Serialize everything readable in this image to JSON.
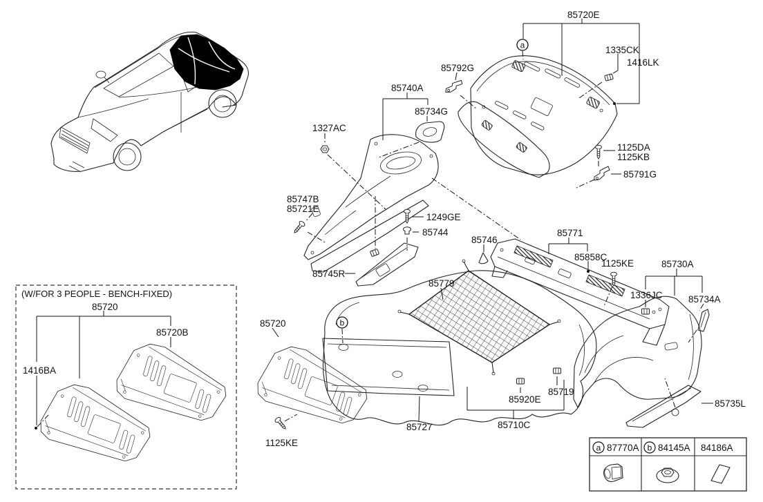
{
  "diagram_type": "parts-catalog-exploded-view",
  "subject": "luggage compartment trim and covering parts with rear sedan illustration",
  "labels": {
    "p85720E": "85720E",
    "p1335CK": "1335CK",
    "p1416LK": "1416LK",
    "p85792G": "85792G",
    "p85740A": "85740A",
    "p85734G": "85734G",
    "p1327AC": "1327AC",
    "p1125DA": "1125DA",
    "p1125KB": "1125KB",
    "p85791G": "85791G",
    "p85747B": "85747B",
    "p85721E": "85721E",
    "p1249GE": "1249GE",
    "p85744": "85744",
    "p85746": "85746",
    "p85771": "85771",
    "p85858C": "85858C",
    "p1125KE": "1125KE",
    "p85730A": "85730A",
    "p1336JC": "1336JC",
    "p85734A": "85734A",
    "p85745R": "85745R",
    "p85779": "85779",
    "p85720": "85720",
    "p85720B": "85720B",
    "p1416BA": "1416BA",
    "p85727": "85727",
    "p85920E": "85920E",
    "p85719": "85719",
    "p85710C": "85710C",
    "p85735L": "85735L"
  },
  "callouts": {
    "a": "a",
    "b": "b"
  },
  "note_box": {
    "text": "(W/FOR 3 PEOPLE - BENCH-FIXED)"
  },
  "legend": {
    "items": [
      {
        "marker": "a",
        "part": "87770A",
        "icon": "trim-clip-icon"
      },
      {
        "marker": "b",
        "part": "84145A",
        "icon": "grommet-nut-icon"
      },
      {
        "marker": "",
        "part": "84186A",
        "icon": "pad-sheet-icon"
      }
    ]
  },
  "colors": {
    "line": "#222222",
    "text": "#111111",
    "background": "#ffffff",
    "highlight": "#000000"
  }
}
